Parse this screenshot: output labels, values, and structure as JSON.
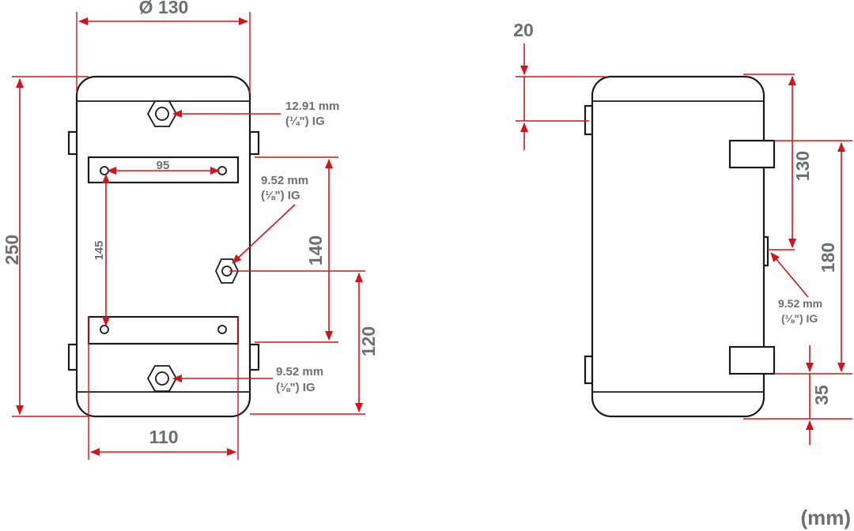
{
  "front_view": {
    "diameter": "Ø 130",
    "height": "250",
    "bracket_spacing_horizontal": "95",
    "bracket_spacing_vertical": "145",
    "bottom_width": "110",
    "side_port_height": "140",
    "side_port_from_bottom": "120",
    "top_port_size": "12.91 mm",
    "top_port_thread": "(¼\") IG",
    "side_port_size": "9.52 mm",
    "side_port_thread": "(⅛\") IG",
    "bottom_port_size": "9.52 mm",
    "bottom_port_thread": "(⅛\") IG"
  },
  "side_view": {
    "top_offset": "20",
    "upper_bracket_height": "130",
    "bracket_spacing": "180",
    "bottom_offset": "35",
    "port_size": "9.52 mm",
    "port_thread": "(⅛\") IG"
  },
  "units": "(mm)",
  "colors": {
    "dimension": "#d4141c",
    "outline": "#1a1a1a",
    "label": "#6d6e71"
  }
}
